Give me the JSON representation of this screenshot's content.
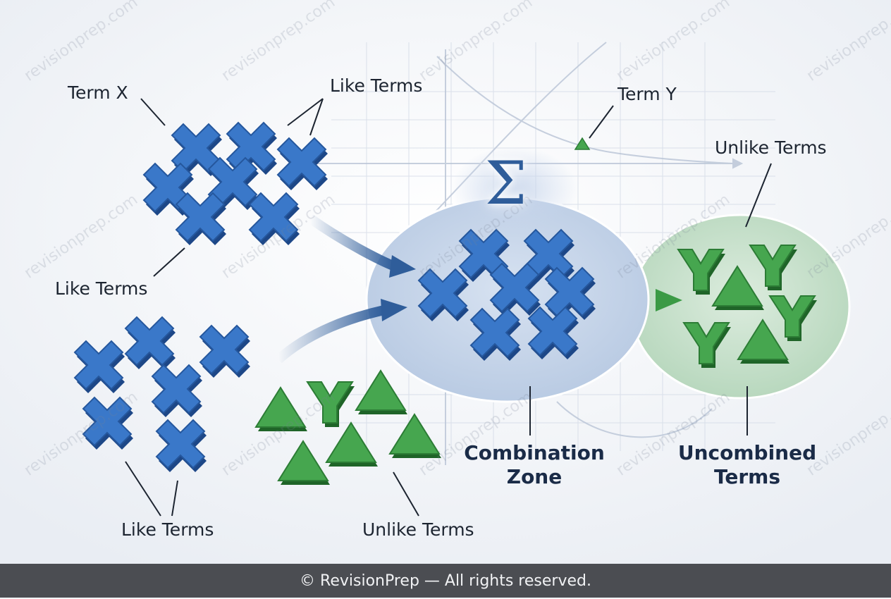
{
  "labels": {
    "term_x": "Term X",
    "term_y": "Term Y",
    "like_terms_top": "Like Terms",
    "like_terms_left": "Like Terms",
    "like_terms_bottom": "Like Terms",
    "unlike_terms_bottom": "Unlike Terms",
    "unlike_terms_right": "Unlike Terms",
    "combination_zone_line1": "Combination",
    "combination_zone_line2": "Zone",
    "uncombined_terms_line1": "Uncombined",
    "uncombined_terms_line2": "Terms"
  },
  "sigma_symbol": "Σ",
  "footer_text": "© RevisionPrep — All rights reserved.",
  "watermark_text": "revisionprep.com",
  "colors": {
    "x_term": "#2f6cc0",
    "y_term": "#3b9a45",
    "combination_zone": "#c4d3e8",
    "uncombined_zone": "#c6dfc9",
    "footer": "#4b4d52"
  },
  "icons": {
    "like_term": "x-shape-icon",
    "unlike_term_y": "y-shape-icon",
    "unlike_term_triangle": "triangle-icon"
  }
}
